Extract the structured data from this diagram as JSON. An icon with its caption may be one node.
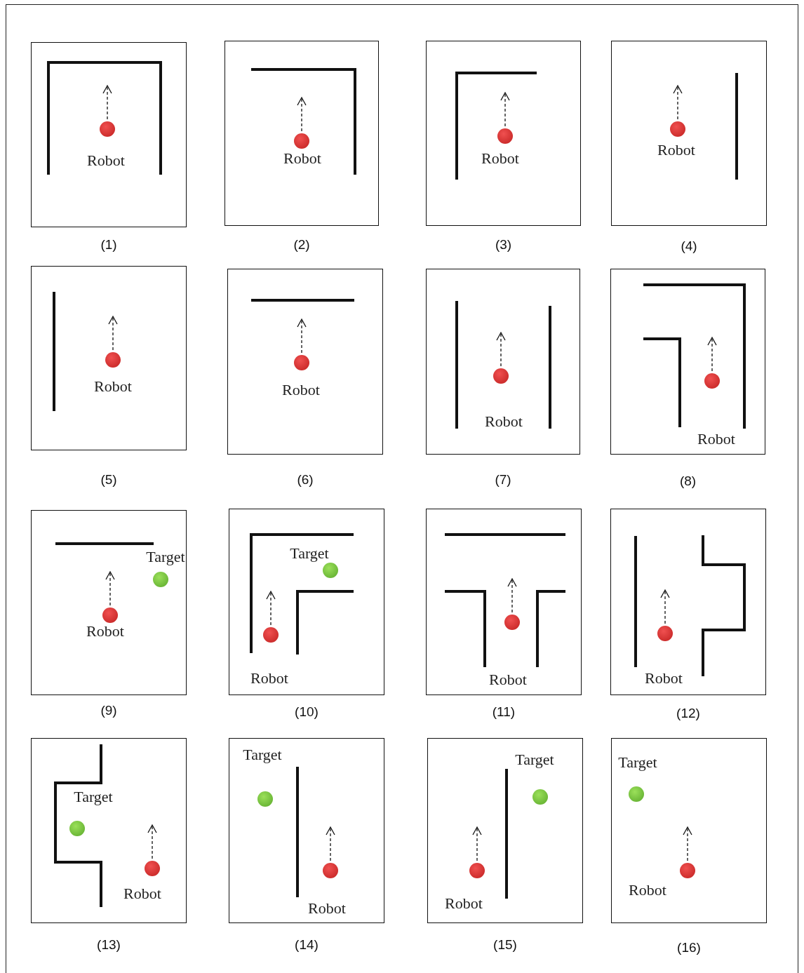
{
  "diagram": {
    "nodes": [
      {
        "text": [],
        "shape": "box",
        "beside": [
          "(1)"
        ]
      },
      {
        "text": [
          "Robot"
        ],
        "in": 0
      },
      {
        "text": [],
        "shape": "box",
        "beside": [
          "(2)"
        ]
      },
      {
        "text": [
          "Robot"
        ],
        "in": 2
      },
      {
        "text": [],
        "shape": "box",
        "beside": [
          "(3)"
        ]
      },
      {
        "text": [
          "Robot"
        ],
        "in": 4
      },
      {
        "text": [],
        "shape": "box",
        "beside": [
          "(4)"
        ]
      },
      {
        "text": [
          "Robot"
        ],
        "in": 6
      },
      {
        "text": [],
        "shape": "box",
        "beside": [
          "(5)"
        ]
      },
      {
        "text": [
          "Robot"
        ],
        "in": 8
      },
      {
        "text": [],
        "shape": "box",
        "beside": [
          "(6)"
        ]
      },
      {
        "text": [
          "Robot"
        ],
        "in": 10
      },
      {
        "text": [],
        "shape": "box",
        "beside": [
          "(7)"
        ]
      },
      {
        "text": [
          "Robot"
        ],
        "in": 12
      },
      {
        "text": [],
        "shape": "box",
        "beside": [
          "(8)"
        ]
      },
      {
        "text": [
          "Robot"
        ],
        "in": 14
      },
      {
        "text": [],
        "shape": "box",
        "beside": [
          "(9)"
        ]
      },
      {
        "text": [
          "Target"
        ],
        "in": 16
      },
      {
        "text": [
          "Robot"
        ],
        "in": 16
      },
      {
        "text": [],
        "shape": "box",
        "beside": [
          "(10)"
        ]
      },
      {
        "text": [
          "Target"
        ],
        "in": 19
      },
      {
        "text": [
          "Robot"
        ],
        "in": 19
      },
      {
        "text": [],
        "shape": "box",
        "beside": [
          "(11)"
        ]
      },
      {
        "text": [
          "Robot"
        ],
        "in": 22
      },
      {
        "text": [],
        "shape": "box",
        "beside": [
          "(12)"
        ]
      },
      {
        "text": [
          "Robot"
        ],
        "in": 24
      },
      {
        "text": [],
        "shape": "box",
        "beside": [
          "(13)"
        ]
      },
      {
        "text": [
          "Target"
        ],
        "in": 26
      },
      {
        "text": [
          "Robot"
        ],
        "in": 26
      },
      {
        "text": [],
        "shape": "box",
        "beside": [
          "(14)"
        ]
      },
      {
        "text": [
          "Target"
        ],
        "in": 29
      },
      {
        "text": [
          "Robot"
        ],
        "in": 29
      },
      {
        "text": [],
        "shape": "box",
        "beside": [
          "(15)"
        ]
      },
      {
        "text": [
          "Target"
        ],
        "in": 32
      },
      {
        "text": [
          "Robot"
        ],
        "in": 32
      },
      {
        "text": [],
        "shape": "box",
        "beside": [
          "(16)"
        ]
      },
      {
        "text": [
          "Target"
        ],
        "in": 35
      },
      {
        "text": [
          "Robot"
        ],
        "in": 35
      }
    ]
  }
}
